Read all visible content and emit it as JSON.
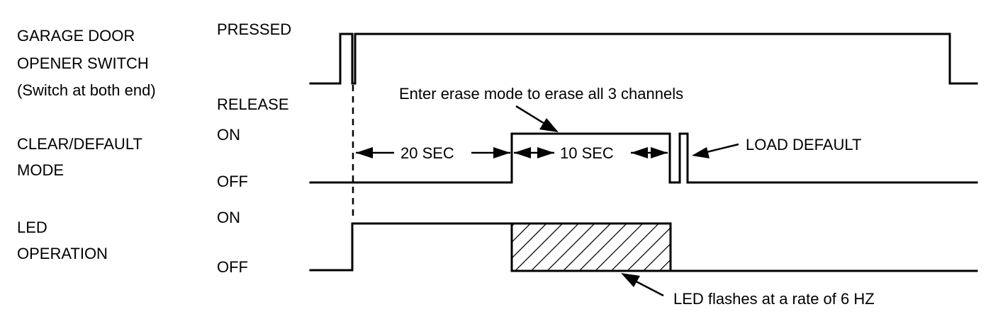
{
  "signals": [
    {
      "name_lines": [
        "GARAGE DOOR",
        "OPENER SWITCH",
        "(Switch at both end)"
      ],
      "high_label": "PRESSED",
      "low_label": "RELEASE"
    },
    {
      "name_lines": [
        "CLEAR/DEFAULT",
        "MODE"
      ],
      "high_label": "ON",
      "low_label": "OFF"
    },
    {
      "name_lines": [
        "LED",
        "OPERATION"
      ],
      "high_label": "ON",
      "low_label": "OFF"
    }
  ],
  "intervals": {
    "first": "20 SEC",
    "second": "10 SEC"
  },
  "annotations": {
    "erase_mode": "Enter erase mode to erase all 3 channels",
    "load_default": "LOAD DEFAULT",
    "led_flash": "LED flashes at a rate of 6 HZ"
  },
  "colors": {
    "ink": "#000000",
    "background": "#ffffff"
  }
}
